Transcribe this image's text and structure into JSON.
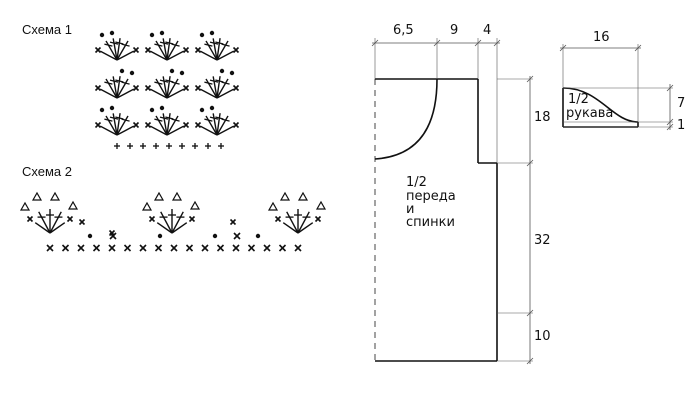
{
  "scheme1": {
    "title": "Схема 1",
    "rows": 3,
    "cols": 3,
    "base_stitches": 9
  },
  "scheme2": {
    "title": "Схема 2",
    "fans": 3,
    "base_stitches": 17
  },
  "body_pattern": {
    "label_fraction": "1/2",
    "label_line1": "переда",
    "label_line2": "и",
    "label_line3": "спинки",
    "width_dims": [
      "6,5",
      "9",
      "4"
    ],
    "height_dims": [
      "18",
      "32",
      "10"
    ]
  },
  "sleeve_pattern": {
    "label_fraction": "1/2",
    "label_line1": "рукава",
    "width_dim": "16",
    "height_dims": [
      "7",
      "1"
    ]
  },
  "colors": {
    "ink": "#111111",
    "dim": "#555555"
  }
}
